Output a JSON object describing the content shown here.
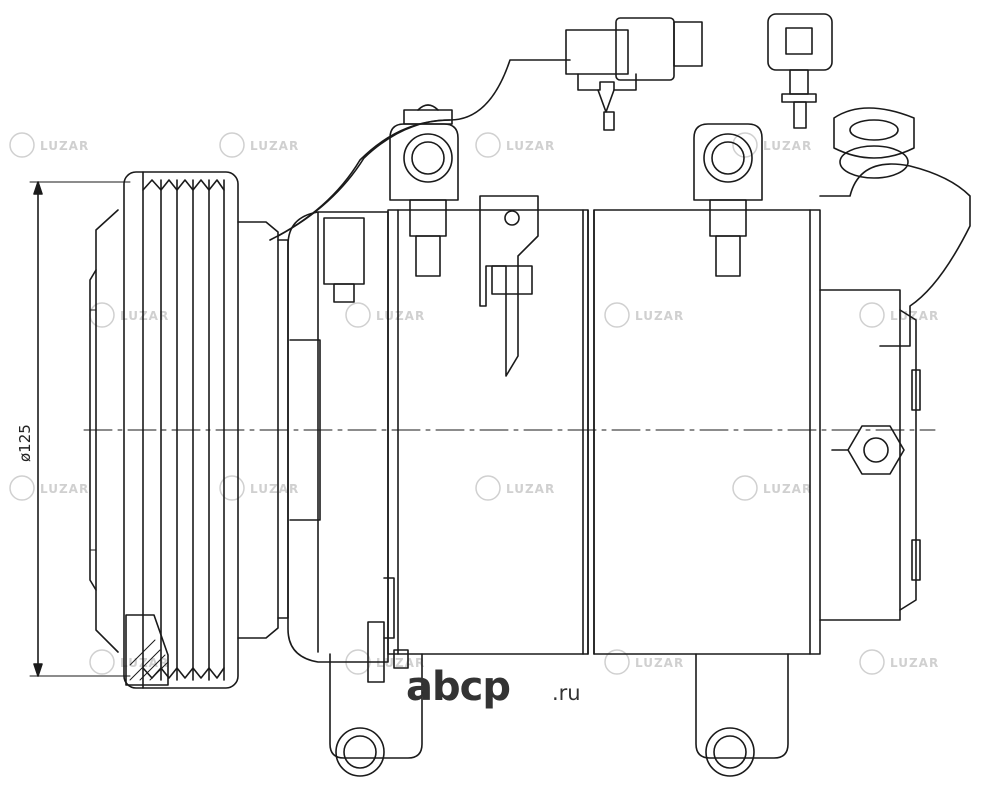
{
  "dimension": {
    "diameter_label": "ø125"
  },
  "watermark": {
    "text": "LUZAR",
    "color": "#d0d0d0"
  },
  "brand": {
    "name": "abcp",
    "tld": ".ru",
    "color": "#333333"
  },
  "drawing": {
    "line_color": "#1a1a1a",
    "background": "#ffffff"
  }
}
